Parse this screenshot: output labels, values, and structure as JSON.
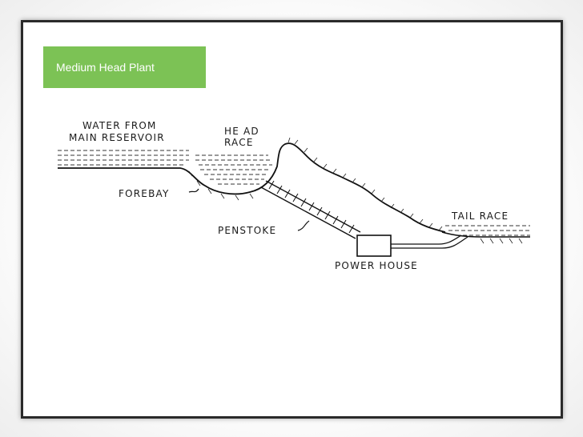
{
  "slide": {
    "title": "Medium Head Plant"
  },
  "diagram": {
    "labels": {
      "water_from": "WATER FROM",
      "main_reservoir": "MAIN RESERVOIR",
      "head": "HE AD",
      "race": "RACE",
      "forebay": "FOREBAY",
      "penstoke": "PENSTOKE",
      "power_house": "POWER HOUSE",
      "tail_race": "TAIL RACE"
    }
  }
}
